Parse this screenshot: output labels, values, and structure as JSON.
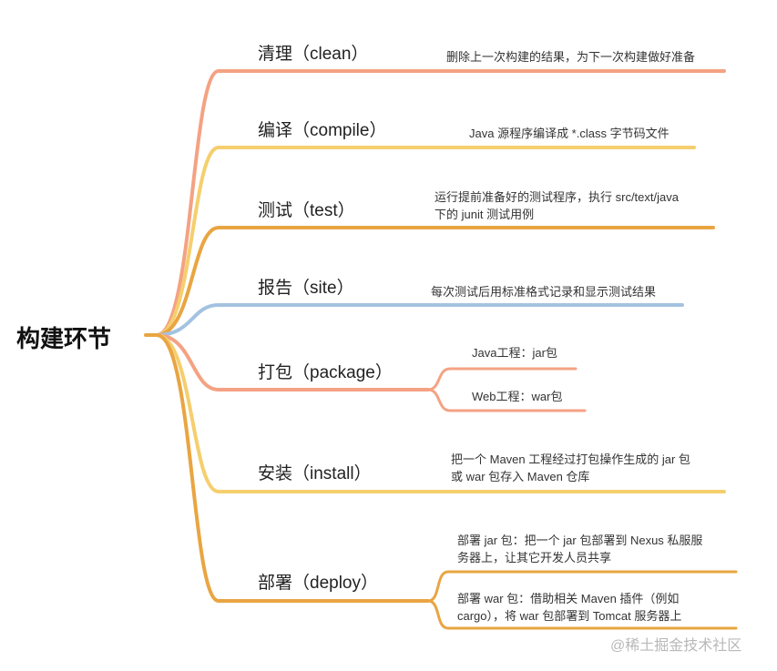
{
  "root": {
    "label": "构建环节"
  },
  "colors": {
    "salmon": "#f4a283",
    "yellow": "#f5cf6e",
    "orange": "#e9a542",
    "blue": "#a3c2e0"
  },
  "branches": [
    {
      "label": "清理（clean）",
      "color": "salmon",
      "leaves": [
        {
          "lines": [
            "删除上一次构建的结果，为下一次构建做好准备"
          ]
        }
      ]
    },
    {
      "label": "编译（compile）",
      "color": "yellow",
      "leaves": [
        {
          "lines": [
            "Java 源程序编译成 *.class 字节码文件"
          ]
        }
      ]
    },
    {
      "label": "测试（test）",
      "color": "orange",
      "leaves": [
        {
          "lines": [
            "运行提前准备好的测试程序，执行 src/text/java",
            "下的 junit 测试用例"
          ]
        }
      ]
    },
    {
      "label": "报告（site）",
      "color": "blue",
      "leaves": [
        {
          "lines": [
            "每次测试后用标准格式记录和显示测试结果"
          ]
        }
      ]
    },
    {
      "label": "打包（package）",
      "color": "salmon",
      "leaves": [
        {
          "lines": [
            "Java工程：jar包"
          ]
        },
        {
          "lines": [
            "Web工程：war包"
          ]
        }
      ]
    },
    {
      "label": "安装（install）",
      "color": "yellow",
      "leaves": [
        {
          "lines": [
            "把一个 Maven 工程经过打包操作生成的 jar 包",
            "或 war 包存入 Maven 仓库"
          ]
        }
      ]
    },
    {
      "label": "部署（deploy）",
      "color": "orange",
      "leaves": [
        {
          "lines": [
            "部署 jar 包：把一个 jar 包部署到 Nexus 私服服",
            "务器上，让其它开发人员共享"
          ]
        },
        {
          "lines": [
            "部署 war 包：借助相关 Maven 插件（例如",
            "cargo），将 war 包部署到 Tomcat 服务器上"
          ]
        }
      ]
    }
  ],
  "watermark": "@稀土掘金技术社区"
}
